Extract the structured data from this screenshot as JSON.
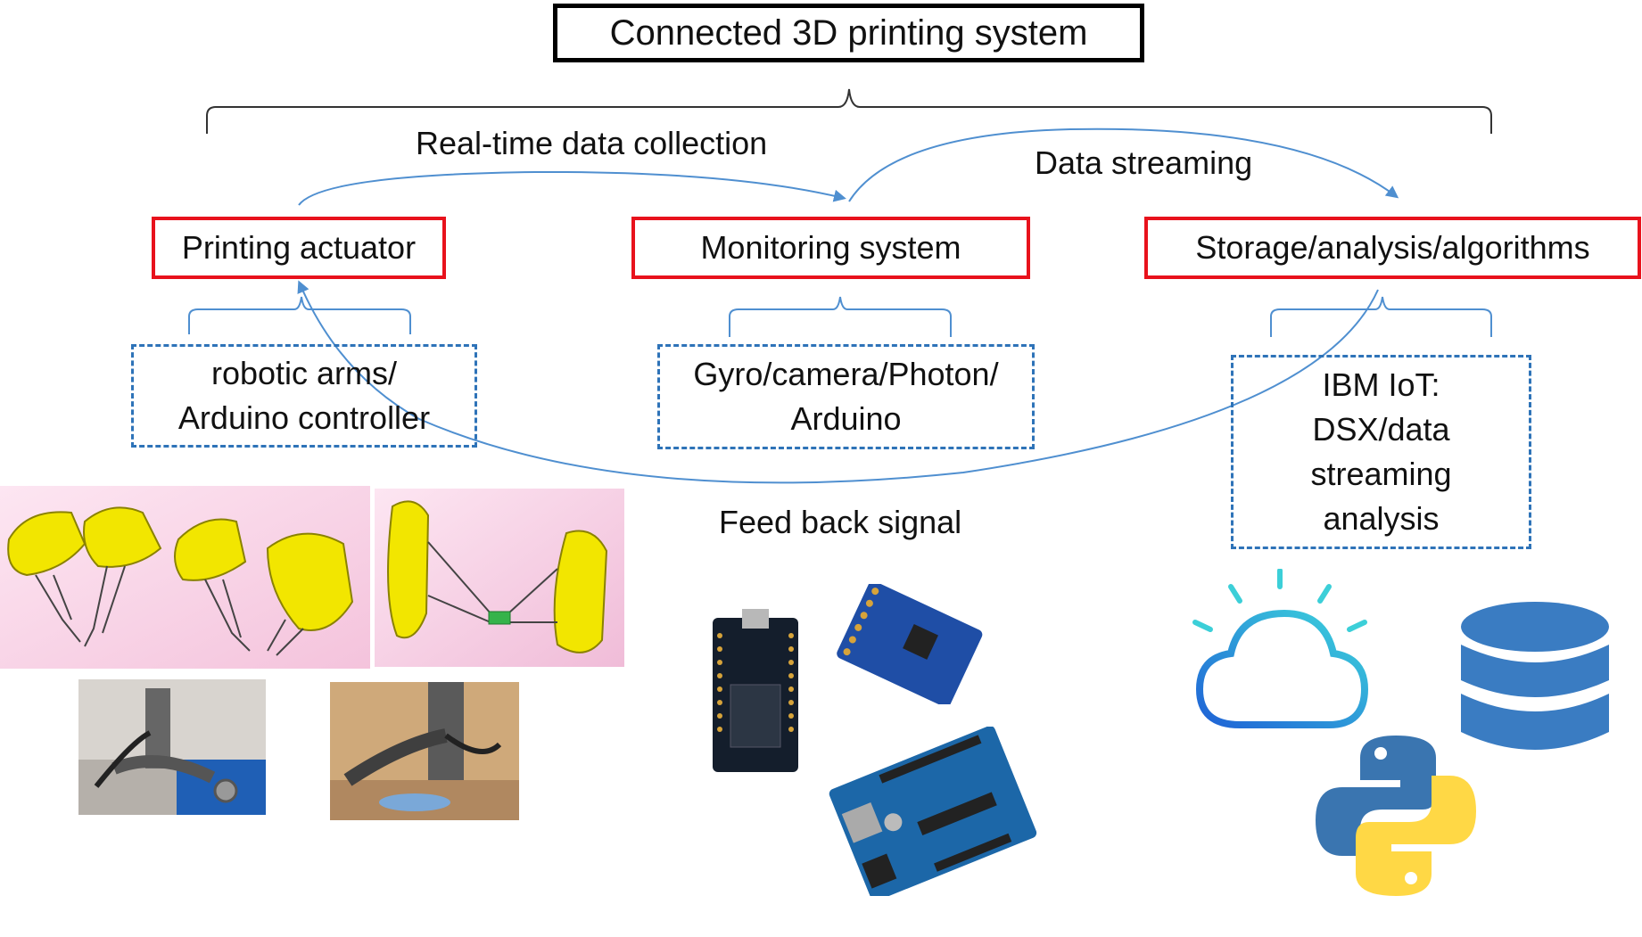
{
  "title": "Connected 3D printing system",
  "arrows": {
    "realtime": "Real-time data collection",
    "streaming": "Data streaming",
    "feedback": "Feed back signal"
  },
  "components": {
    "actuator": {
      "title": "Printing actuator",
      "detail_lines": [
        "robotic arms/",
        "Arduino controller"
      ]
    },
    "monitoring": {
      "title": "Monitoring system",
      "detail_lines": [
        "Gyro/camera/Photon/",
        "Arduino"
      ]
    },
    "storage": {
      "title": "Storage/analysis/algorithms",
      "detail_lines": [
        "IBM IoT:",
        "DSX/data",
        "streaming",
        "analysis"
      ]
    }
  },
  "colors": {
    "red_border": "#e8121c",
    "blue_dashed": "#2e73b8",
    "arrow": "#4f8fd0",
    "robot_yellow": "#f2e600",
    "db_blue": "#3a7cc2",
    "python_blue": "#3a75b0",
    "python_yellow": "#ffd845"
  },
  "icons": [
    "robot-arm-render",
    "robot-arm-photo",
    "photon-board",
    "gyro-sensor-board",
    "arduino-uno-board",
    "ibm-cloud-icon",
    "database-icon",
    "python-logo"
  ]
}
